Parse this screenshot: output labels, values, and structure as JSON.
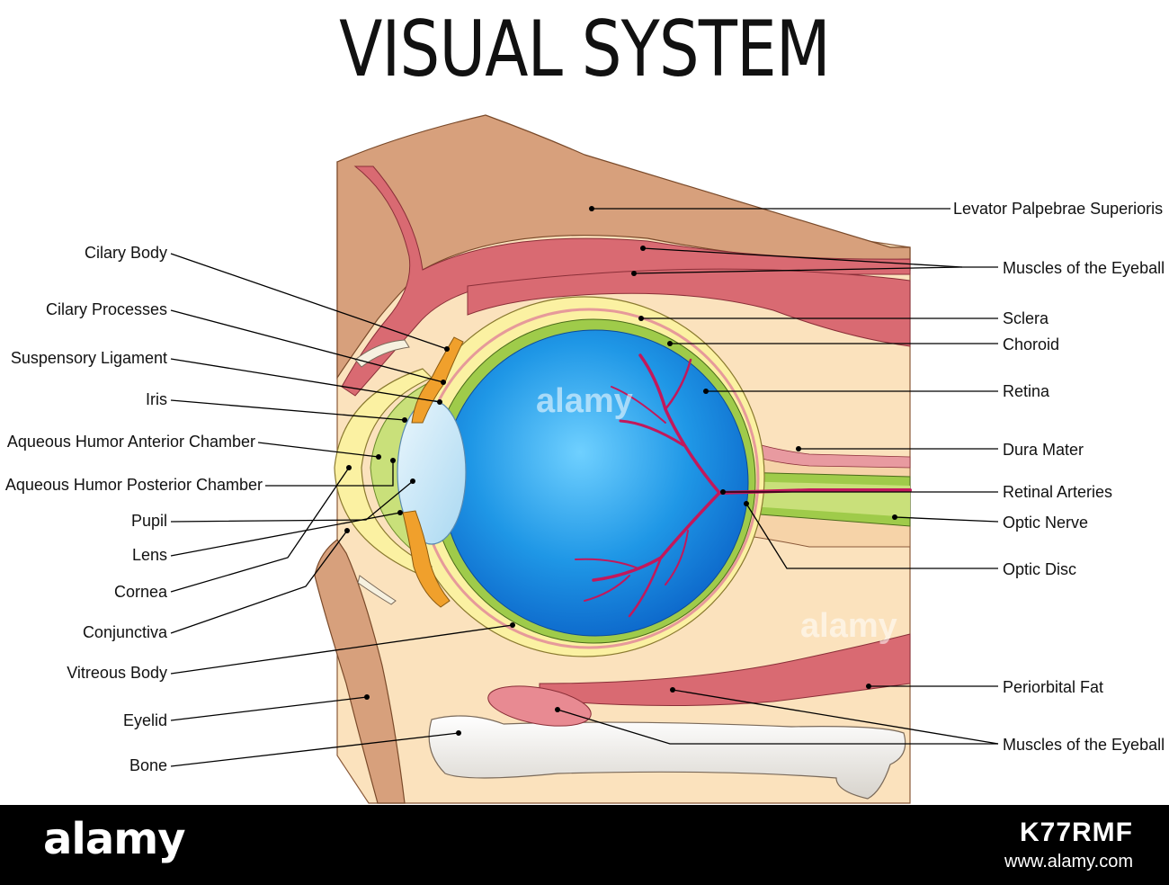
{
  "title": "VISUAL SYSTEM",
  "labels_left": {
    "cilary_body": "Cilary Body",
    "cilary_processes": "Cilary Processes",
    "suspensory_ligament": "Suspensory Ligament",
    "iris": "Iris",
    "aqueous_anterior": "Aqueous Humor Anterior Chamber",
    "aqueous_posterior": "Aqueous Humor Posterior Chamber",
    "pupil": "Pupil",
    "lens": "Lens",
    "cornea": "Cornea",
    "conjunctiva": "Conjunctiva",
    "vitreous_body": "Vitreous Body",
    "eyelid": "Eyelid",
    "bone": "Bone"
  },
  "labels_right": {
    "levator": "Levator Palpebrae Superioris",
    "muscles_top": "Muscles of the Eyeball",
    "sclera": "Sclera",
    "choroid": "Choroid",
    "retina": "Retina",
    "dura_mater": "Dura Mater",
    "retinal_arteries": "Retinal Arteries",
    "optic_nerve": "Optic Nerve",
    "optic_disc": "Optic Disc",
    "periorbital_fat": "Periorbital Fat",
    "muscles_bottom": "Muscles of the Eyeball"
  },
  "watermark": "alamy",
  "footer": {
    "logo": "alamy",
    "image_id": "K77RMF",
    "url": "www.alamy.com"
  },
  "colors": {
    "skin": "#d7a07c",
    "fat": "#f8dcb2",
    "muscle": "#d96a72",
    "sclera_yellow": "#fbf1a2",
    "choroid_green": "#9fcb4a",
    "vitreous_blue": "#1f97e6",
    "lens_blue": "#cfe8f6",
    "artery": "#c2185b",
    "iris_orange": "#f0a02c",
    "bone": "#f4f2ee"
  }
}
